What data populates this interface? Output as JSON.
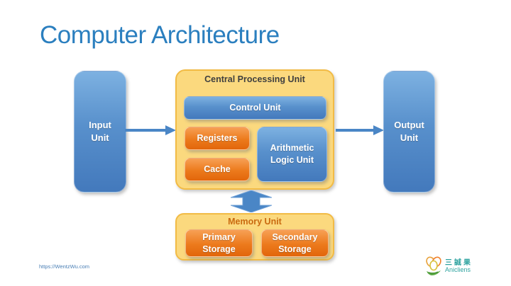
{
  "title": "Computer Architecture",
  "diagram": {
    "input_unit": {
      "label": "Input Unit"
    },
    "output_unit": {
      "label": "Output Unit"
    },
    "cpu": {
      "title": "Central Processing Unit",
      "control_unit": "Control Unit",
      "registers": "Registers",
      "cache": "Cache",
      "alu": "Arithmetic Logic Unit"
    },
    "memory": {
      "title": "Memory Unit",
      "primary": "Primary Storage",
      "secondary": "Secondary Storage"
    },
    "arrows": [
      {
        "name": "input-to-cpu",
        "direction": "right"
      },
      {
        "name": "cpu-to-output",
        "direction": "right"
      },
      {
        "name": "cpu-memory",
        "direction": "up-down"
      }
    ],
    "colors": {
      "title_text": "#2B7FBF",
      "blue_box_top": "#7DB1E1",
      "blue_box_bottom": "#4379BC",
      "orange_box_top": "#F7A055",
      "orange_box_bottom": "#E2660B",
      "container_fill": "#FBD97E",
      "container_border": "#F2BB45",
      "cpu_title_text": "#3F3F3F",
      "memory_title_text": "#C96A10",
      "arrow": "#4A86C6"
    }
  },
  "footer": {
    "link": "https://WentzWu.com"
  },
  "logo": {
    "icon": "flower-icon",
    "cjk": "三誠果",
    "latin": "Anicliens"
  }
}
